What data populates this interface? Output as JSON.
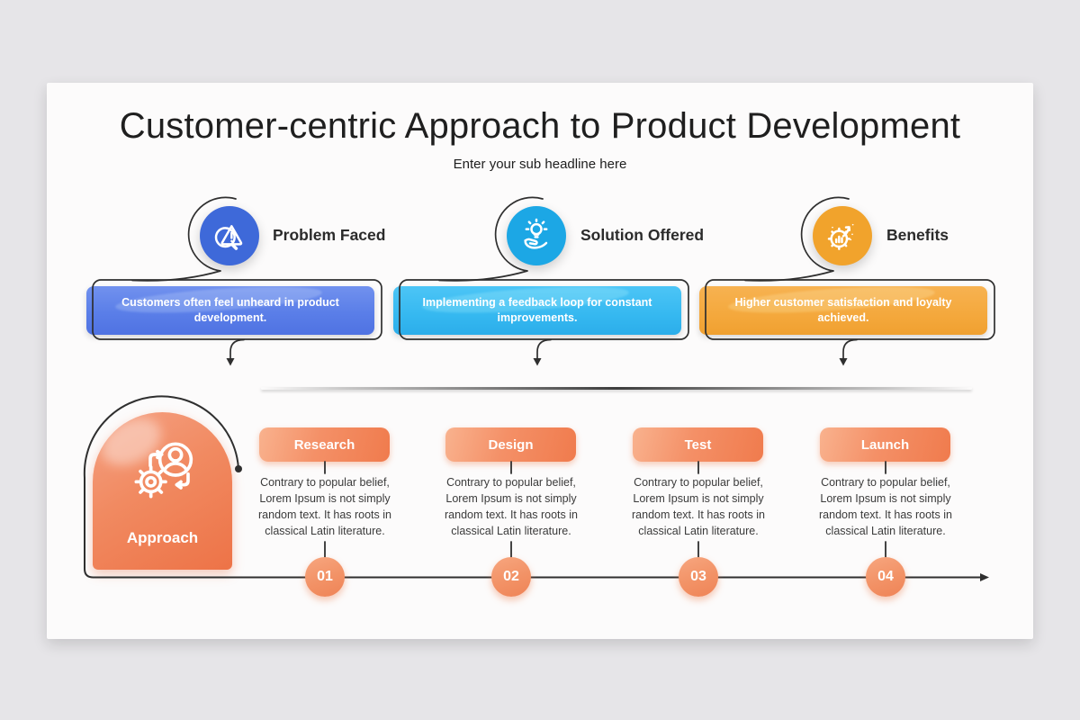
{
  "header": {
    "title": "Customer-centric Approach to Product Development",
    "subtitle": "Enter your sub headline here"
  },
  "top_items": [
    {
      "label": "Problem Faced",
      "text": "Customers often feel unheard in product development.",
      "icon": "alert-magnifier-icon",
      "accent": "#3e69d9"
    },
    {
      "label": "Solution Offered",
      "text": "Implementing a feedback loop for constant improvements.",
      "icon": "bulb-hand-icon",
      "accent": "#1ca7e5"
    },
    {
      "label": "Benefits",
      "text": "Higher customer satisfaction and loyalty achieved.",
      "icon": "gear-growth-icon",
      "accent": "#f1a32c"
    }
  ],
  "approach": {
    "label": "Approach",
    "icon": "gear-person-cycle-icon"
  },
  "steps": [
    {
      "number": "01",
      "title": "Research",
      "description": "Contrary to popular belief, Lorem Ipsum is not simply random text. It has roots in classical Latin literature."
    },
    {
      "number": "02",
      "title": "Design",
      "description": "Contrary to popular belief, Lorem Ipsum is not simply random text. It has roots in classical Latin literature."
    },
    {
      "number": "03",
      "title": "Test",
      "description": "Contrary to popular belief, Lorem Ipsum is not simply random text. It has roots in classical Latin literature."
    },
    {
      "number": "04",
      "title": "Launch",
      "description": "Contrary to popular belief, Lorem Ipsum is not simply random text. It has roots in classical Latin literature."
    }
  ],
  "colors": {
    "background": "#e6e5e8",
    "slide": "#fcfbfb",
    "outline_stroke": "#2f2f2f",
    "problem_accent": "#3e69d9",
    "solution_accent": "#1ca7e5",
    "benefits_accent": "#f1a32c",
    "step_accent": "#f07b4d"
  }
}
